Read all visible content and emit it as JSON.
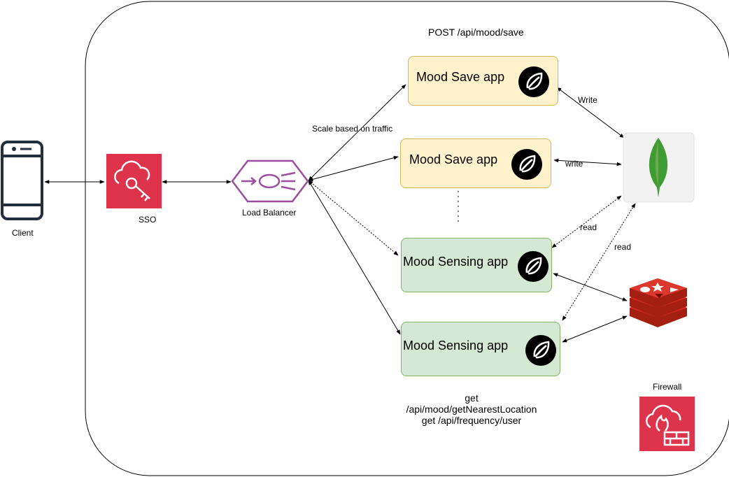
{
  "client": {
    "label": "Client",
    "icon": "mobile-phone-icon"
  },
  "sso": {
    "label": "SSO",
    "icon": "cloud-key-icon",
    "color": "#dd344c"
  },
  "load_balancer": {
    "label": "Load Balancer",
    "icon": "load-balancer-icon",
    "color": "#9b4f9e"
  },
  "scale_note": "Scale based on traffic",
  "save_api": "POST /api/mood/save",
  "apps": [
    {
      "label": "Mood Save app",
      "icon": "spring-leaf-icon",
      "kind": "save"
    },
    {
      "label": "Mood Save app",
      "icon": "spring-leaf-icon",
      "kind": "save"
    },
    {
      "label": "Mood Sensing app",
      "icon": "spring-leaf-icon",
      "kind": "sensing"
    },
    {
      "label": "Mood Sensing app",
      "icon": "spring-leaf-icon",
      "kind": "sensing"
    }
  ],
  "edges": {
    "write1": "Write",
    "write2": "write",
    "read1": "read",
    "read2": "read"
  },
  "get_api": [
    "get",
    "/api/mood/getNearestLocation",
    "get /api/frequency/user"
  ],
  "mongodb": {
    "icon": "mongodb-leaf-icon"
  },
  "redis": {
    "icon": "redis-cache-icon",
    "color": "#c6302b"
  },
  "firewall": {
    "label": "Firewall",
    "icon": "firewall-icon",
    "color": "#dd344c"
  },
  "colors": {
    "save_fill": "#fff2cc",
    "save_border": "#d6b656",
    "sense_fill": "#d5e8d4",
    "sense_border": "#82b366"
  }
}
